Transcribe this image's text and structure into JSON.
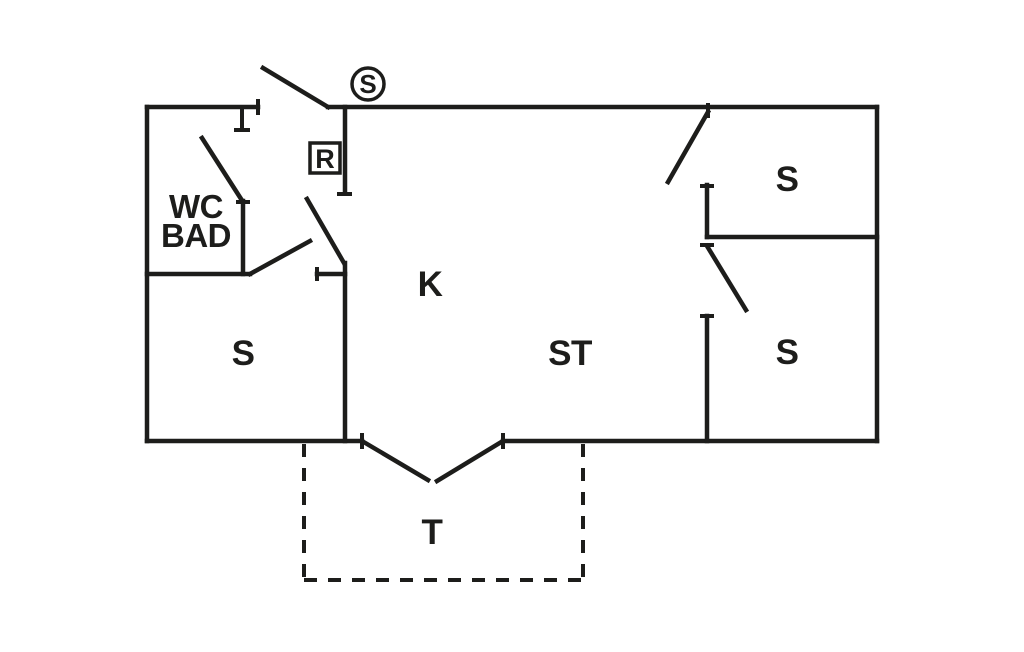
{
  "colors": {
    "line": "#1d1d1b",
    "background": "#ffffff"
  },
  "rooms": {
    "wc_bad": {
      "line1": "WC",
      "line2": "BAD"
    },
    "kitchen": {
      "label": "K"
    },
    "living": {
      "label": "ST"
    },
    "bedroom_left": {
      "label": "S"
    },
    "bedroom_top_right": {
      "label": "S"
    },
    "bedroom_bottom_right": {
      "label": "S"
    },
    "terrace": {
      "label": "T"
    }
  },
  "markers": {
    "circle_s": {
      "label": "S"
    },
    "box_r": {
      "label": "R"
    }
  }
}
